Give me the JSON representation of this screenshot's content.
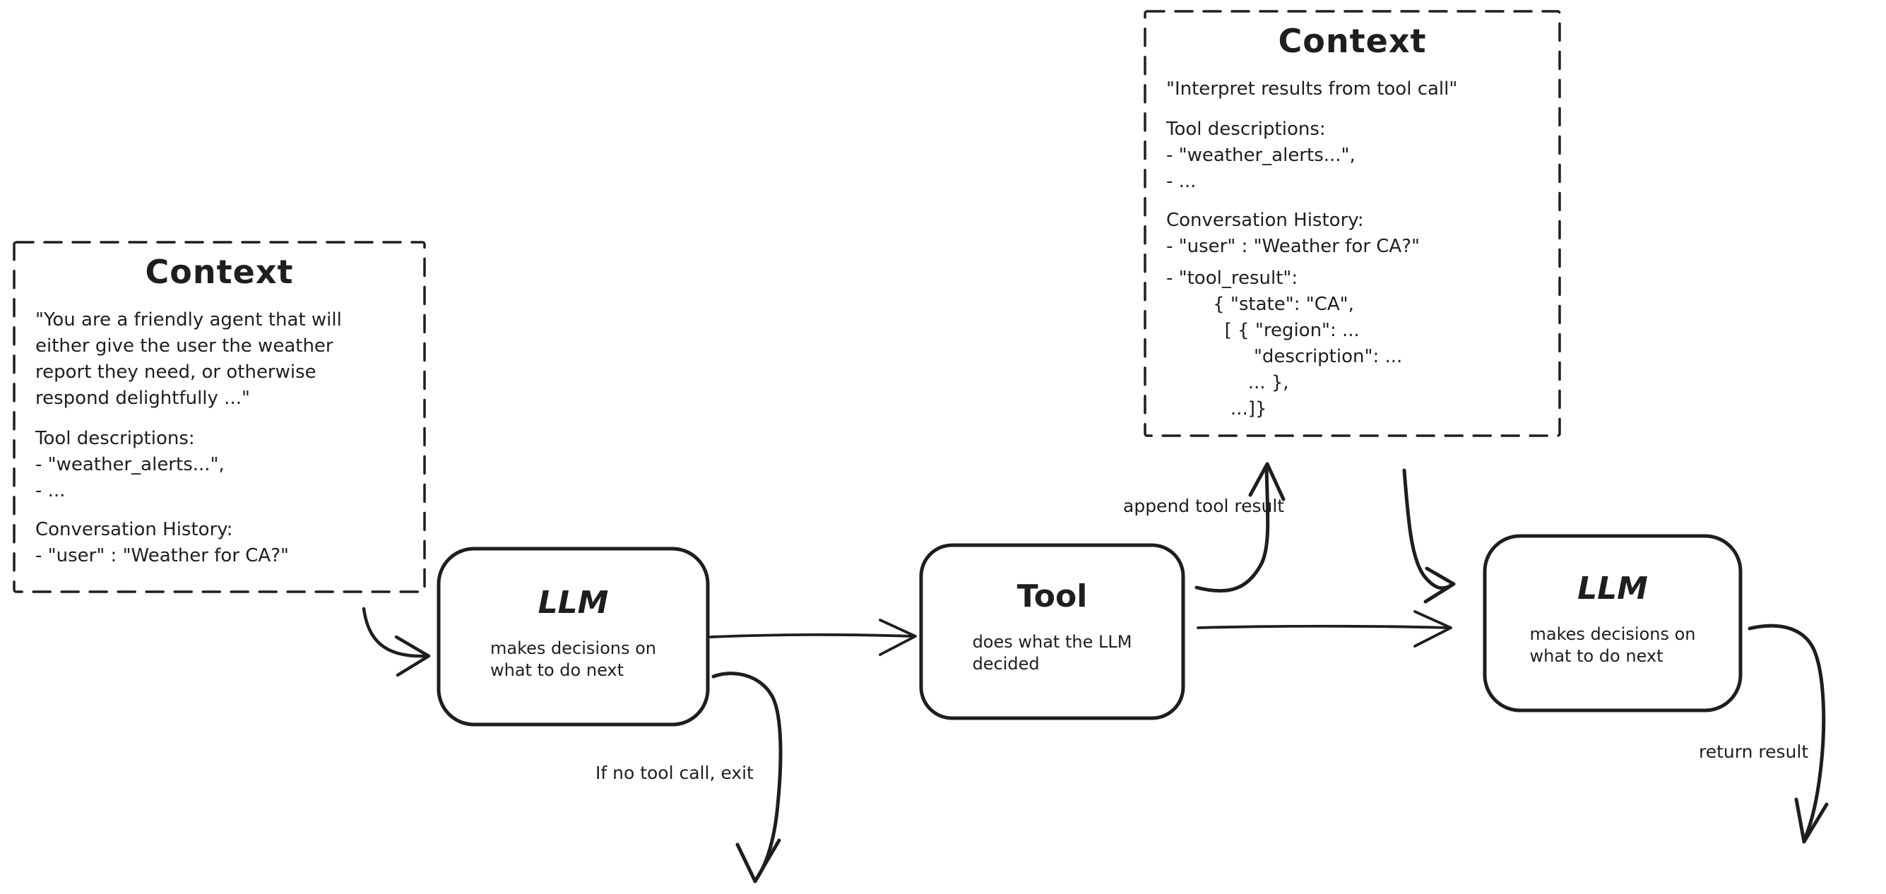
{
  "canvas": {
    "background": "#ffffff",
    "ink": "#1e1e1e"
  },
  "context_left": {
    "title": "Context",
    "p1": [
      "\"You are a friendly agent that will",
      "either give the user the weather",
      "report they need, or otherwise",
      "respond delightfully ...\""
    ],
    "p2": [
      "Tool descriptions:",
      "- \"weather_alerts...\",",
      "- ..."
    ],
    "p3": [
      "Conversation History:",
      "- \"user\" : \"Weather for CA?\""
    ]
  },
  "context_top": {
    "title": "Context",
    "p1": [
      "\"Interpret results from tool call\""
    ],
    "p2": [
      "Tool descriptions:",
      "- \"weather_alerts...\",",
      "- ..."
    ],
    "p3": [
      "Conversation History:",
      "- \"user\" : \"Weather for CA?\""
    ],
    "p4": [
      "- \"tool_result\":",
      "        { \"state\": \"CA\",",
      "          [ { \"region\": ...",
      "               \"description\": ...",
      "              ... },",
      "           ...]}"
    ]
  },
  "nodes": {
    "llm1": {
      "title": "LLM",
      "line1": "makes decisions on",
      "line2": "what to do next"
    },
    "tool": {
      "title": "Tool",
      "line1": "does what the LLM",
      "line2": "decided"
    },
    "llm2": {
      "title": "LLM",
      "line1": "makes decisions on",
      "line2": "what to do next"
    }
  },
  "labels": {
    "append_tool_result": "append tool result",
    "if_no_tool_call_exit": "If no tool call, exit",
    "return_result": "return result"
  }
}
